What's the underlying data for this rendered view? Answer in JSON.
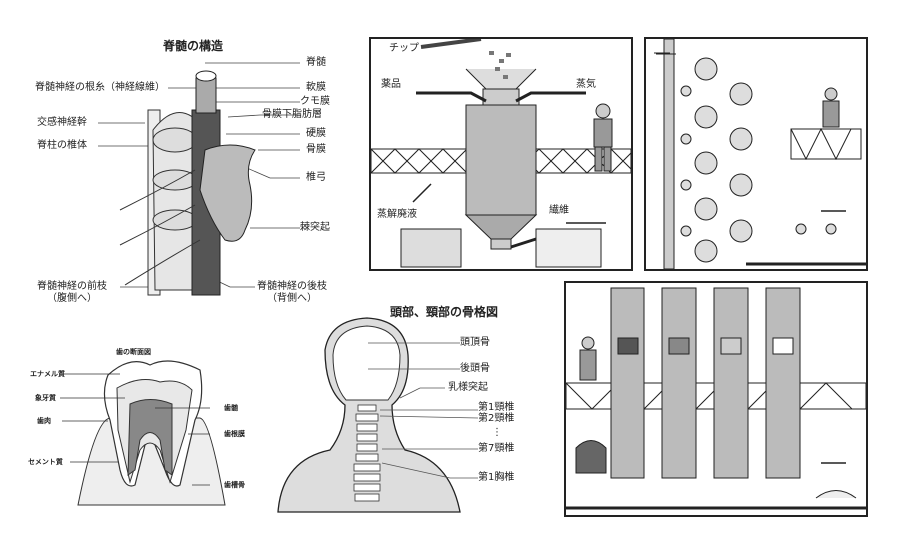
{
  "spine": {
    "title": "脊髄の構造",
    "labels_left": [
      "脊髄神経の根糸（神経線維）",
      "交感神経幹",
      "脊柱の椎体"
    ],
    "labels_right": [
      "脊髄",
      "軟膜",
      "クモ膜",
      "骨膜下脂肪層",
      "硬膜",
      "骨膜",
      "椎弓",
      "棘突起"
    ],
    "anterior_branch": [
      "脊髄神経の前枝",
      "（腹側へ）"
    ],
    "posterior_branch": [
      "脊髄神経の後枝",
      "（背側へ）"
    ]
  },
  "tooth": {
    "title": "歯の断面図",
    "labels_left": [
      "エナメル質",
      "象牙質",
      "歯肉",
      "セメント質"
    ],
    "labels_right": [
      "歯髄",
      "歯根膜",
      "歯槽骨"
    ]
  },
  "head": {
    "title": "頭部、頸部の骨格図",
    "labels": [
      "頭頂骨",
      "後頭骨",
      "乳様突起",
      "第1頸椎",
      "第2頸椎",
      "⋮",
      "第7頸椎",
      "第1胸椎"
    ]
  },
  "factory": {
    "digester_labels": {
      "chip": "チップ",
      "chemicals": "薬品",
      "steam": "蒸気",
      "waste": "蒸解廃液",
      "fiber": "繊維"
    }
  },
  "colors": {
    "line": "#222222",
    "gray": "#bdbdbd",
    "dark": "#555555"
  }
}
